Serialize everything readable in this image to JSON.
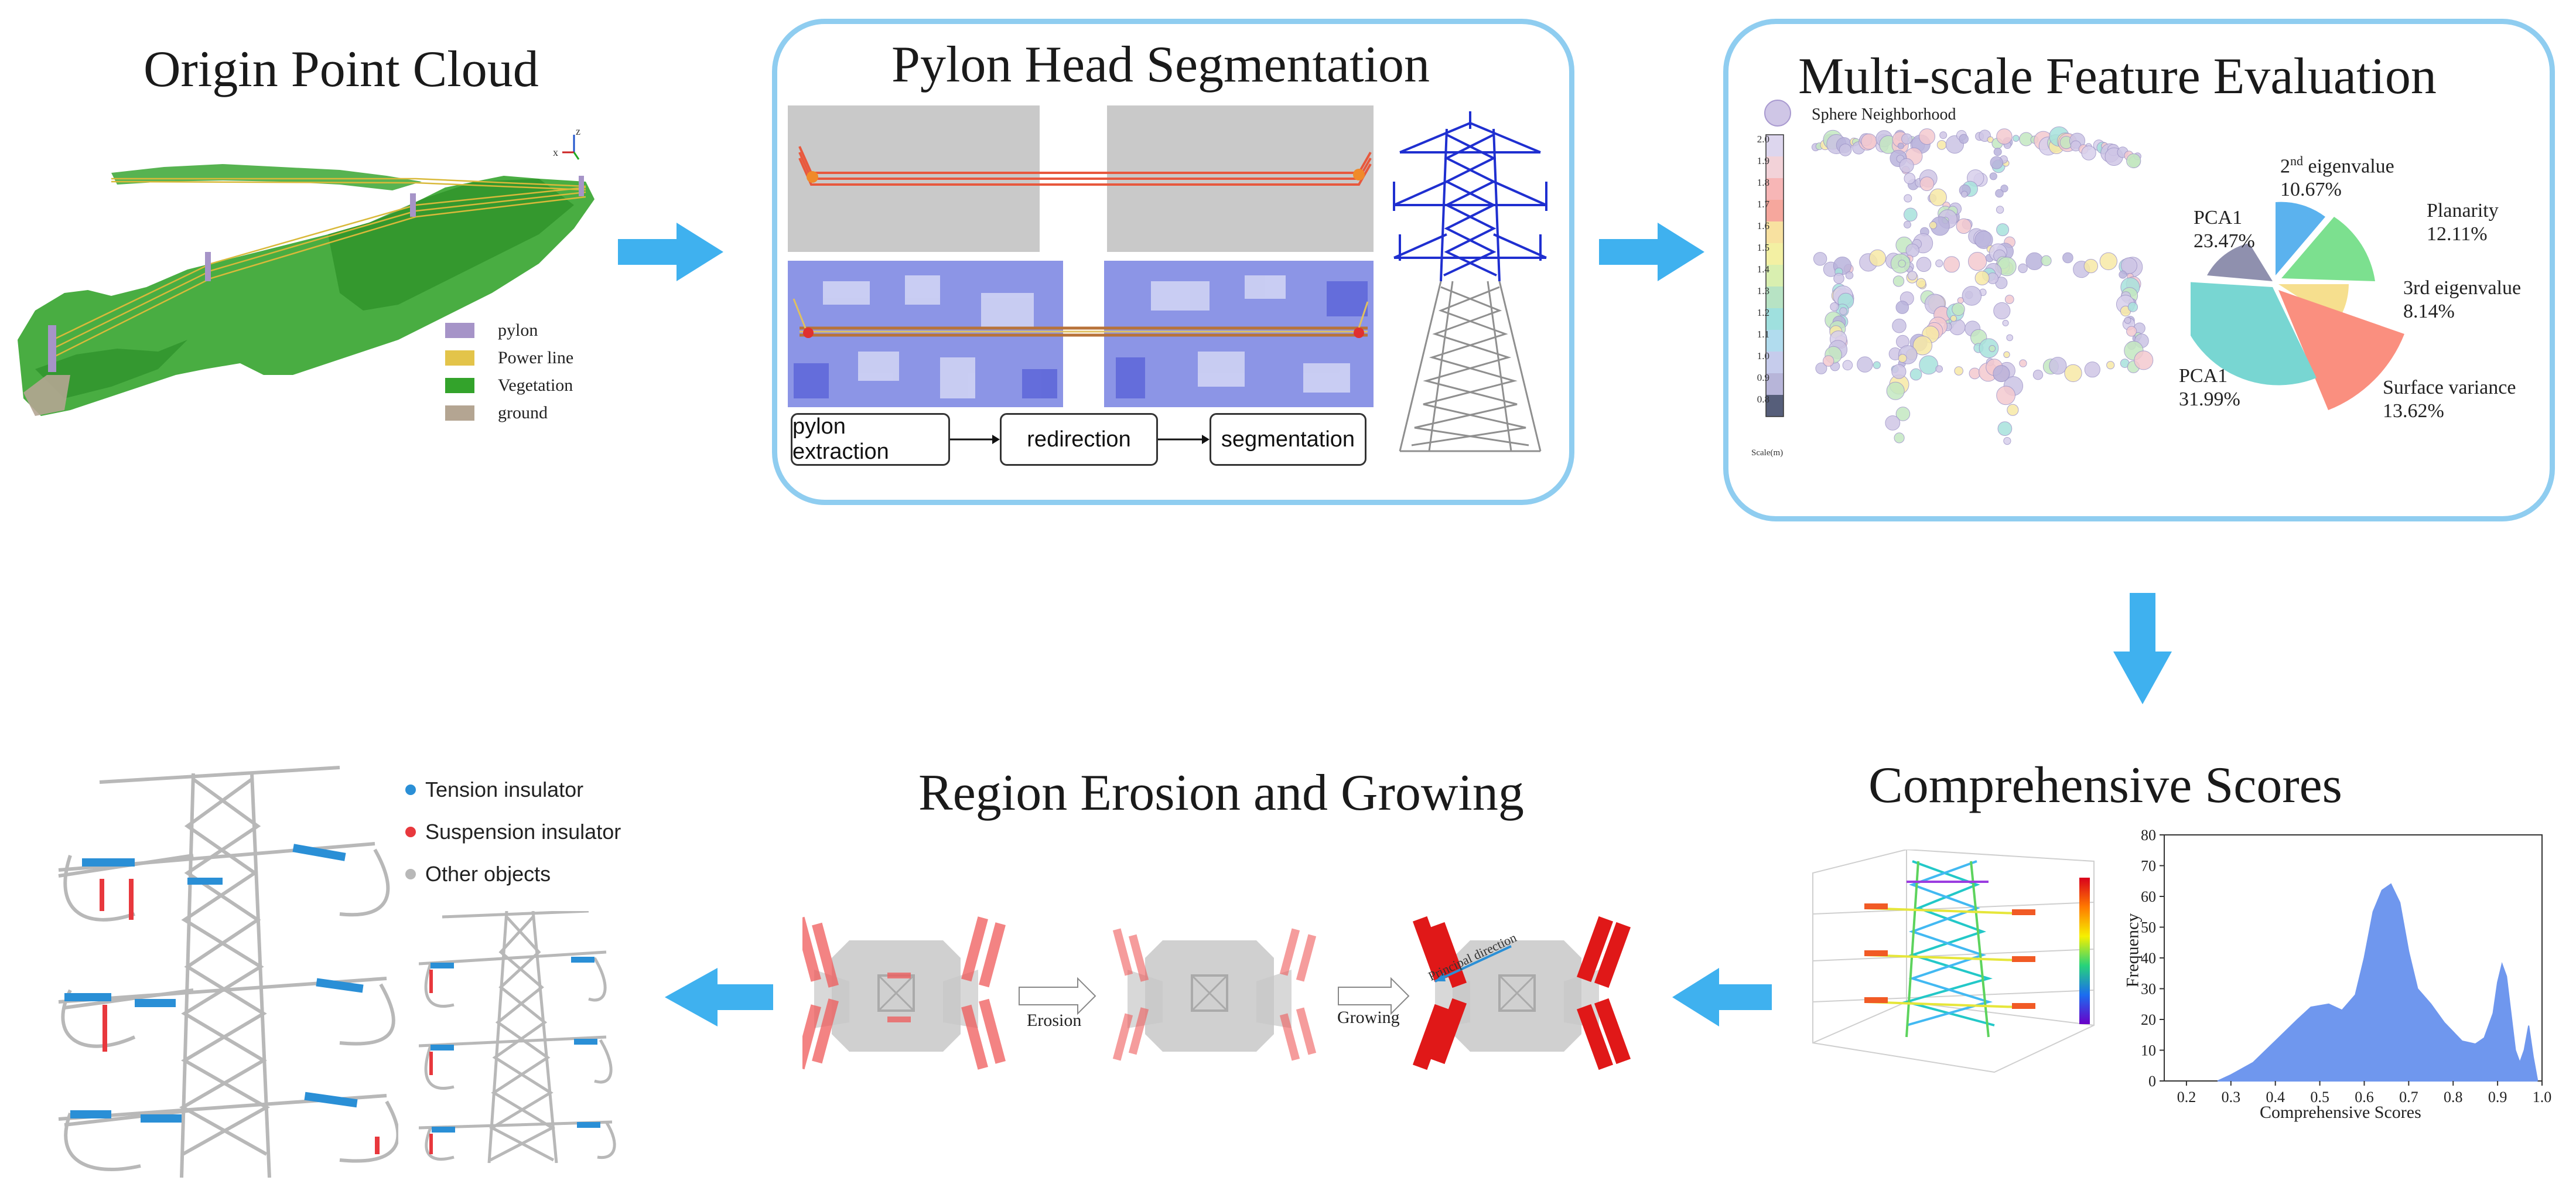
{
  "origin": {
    "title": "Origin Point Cloud",
    "axis_z": "z",
    "axis_x": "x",
    "legend": [
      {
        "label": "pylon",
        "color": "#a694c8"
      },
      {
        "label": "Power line",
        "color": "#e3c44a"
      },
      {
        "label": "Vegetation",
        "color": "#33a32b"
      },
      {
        "label": "ground",
        "color": "#b4a592"
      }
    ]
  },
  "pylon_head": {
    "title": "Pylon Head Segmentation",
    "steps": [
      "pylon extraction",
      "redirection",
      "segmentation"
    ]
  },
  "multiscale": {
    "title": "Multi-scale Feature Evaluation",
    "sphere_label": "Sphere Neighborhood",
    "colorbar_ticks": [
      "2.0",
      "1.9",
      "1.8",
      "1.7",
      "1.6",
      "1.5",
      "1.4",
      "1.3",
      "1.2",
      "1.1",
      "1.0",
      "0.9",
      "0.8"
    ],
    "colorbar_unit": "Scale(m)",
    "pie_labels": [
      {
        "name": "2nd eigenvalue",
        "pct": "10.67%"
      },
      {
        "name": "Planarity",
        "pct": "12.11%"
      },
      {
        "name": "3rd eigenvalue",
        "pct": "8.14%"
      },
      {
        "name": "Surface variance",
        "pct": "13.62%"
      },
      {
        "name": "PCA1",
        "pct": "31.99%"
      },
      {
        "name": "PCA1",
        "pct": "23.47%"
      }
    ]
  },
  "scores": {
    "title": "Comprehensive Scores",
    "chart_data": {
      "type": "area",
      "xlabel": "Comprehensive Scores",
      "ylabel": "Frequency",
      "xlim": [
        0.15,
        1.0
      ],
      "ylim": [
        0,
        80
      ],
      "xticks": [
        "0.2",
        "0.3",
        "0.4",
        "0.5",
        "0.6",
        "0.7",
        "0.8",
        "0.9",
        "1.0"
      ],
      "yticks": [
        "0",
        "10",
        "20",
        "30",
        "40",
        "50",
        "60",
        "70",
        "80"
      ],
      "x": [
        0.27,
        0.3,
        0.35,
        0.4,
        0.45,
        0.48,
        0.52,
        0.55,
        0.58,
        0.6,
        0.62,
        0.64,
        0.66,
        0.68,
        0.7,
        0.72,
        0.75,
        0.78,
        0.8,
        0.82,
        0.85,
        0.87,
        0.89,
        0.9,
        0.91,
        0.92,
        0.93,
        0.94,
        0.95,
        0.96,
        0.97,
        0.98,
        0.99
      ],
      "y": [
        0,
        2,
        6,
        13,
        20,
        24,
        25,
        23,
        28,
        40,
        55,
        62,
        64,
        58,
        42,
        30,
        25,
        19,
        16,
        13,
        12,
        14,
        22,
        32,
        38,
        34,
        22,
        10,
        6,
        10,
        18,
        8,
        0
      ],
      "color": "#6f97ee"
    }
  },
  "erosion": {
    "title": "Region Erosion and Growing",
    "step1": "Erosion",
    "step2": "Growing",
    "direction_label": "Principal direction"
  },
  "result": {
    "legend": [
      {
        "label": "Tension insulator",
        "color": "#2a8fd6"
      },
      {
        "label": "Suspension insulator",
        "color": "#e8383d"
      },
      {
        "label": "Other objects",
        "color": "#b8b8b8"
      }
    ]
  },
  "colors": {
    "arrow": "#3fb1ef",
    "panel_border": "#8fcdf0",
    "pylon_gray": "#bdbdbd",
    "pylon_blue": "#1f2fd0"
  }
}
